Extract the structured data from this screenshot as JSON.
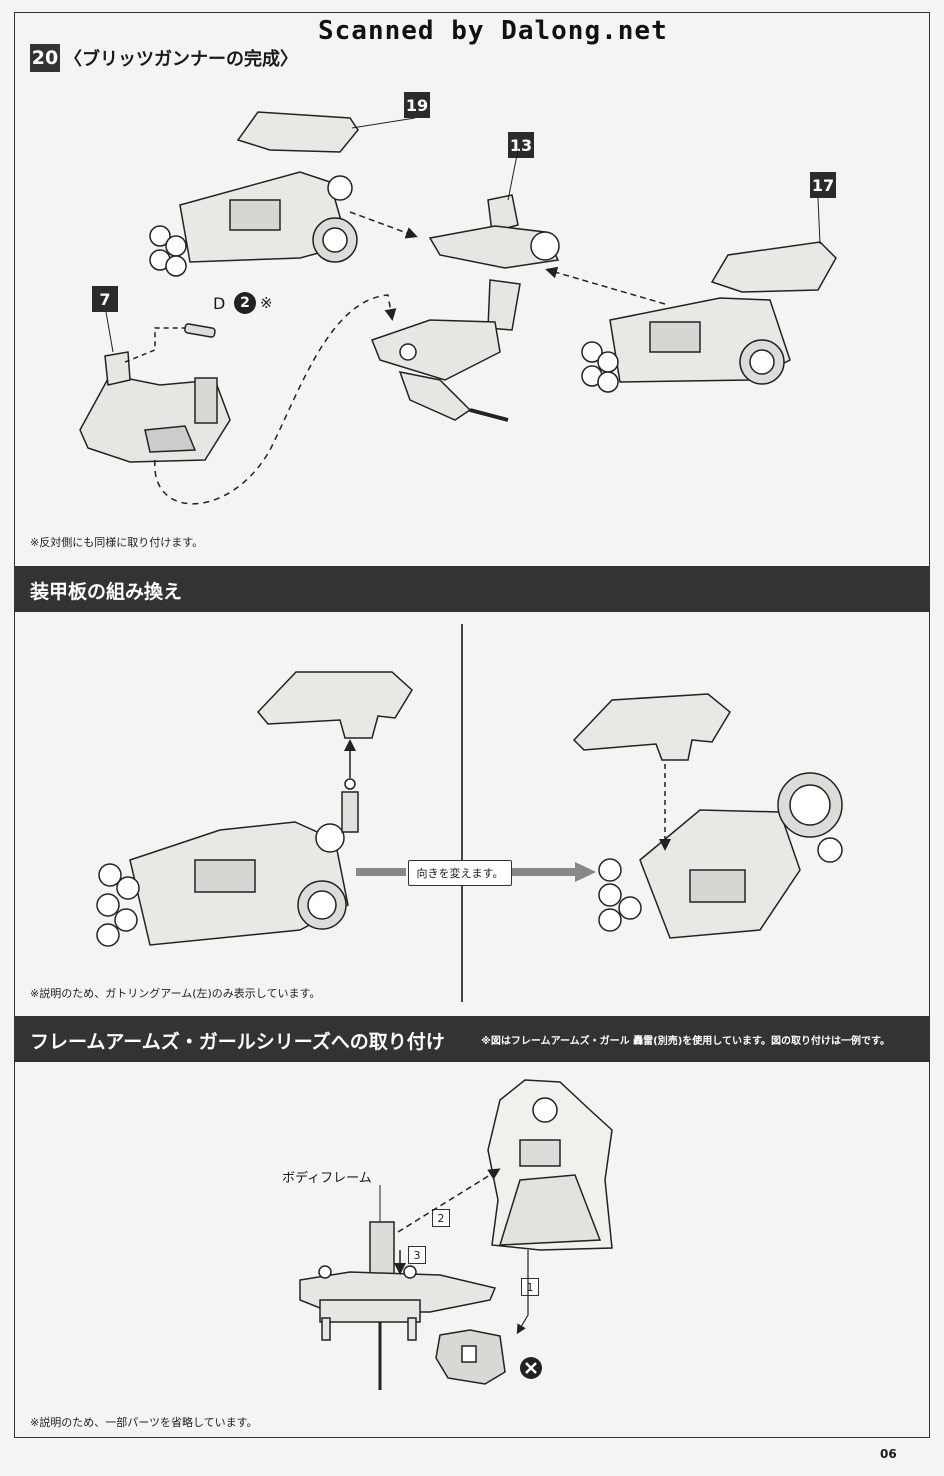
{
  "watermark": "Scanned by Dalong.net",
  "step": {
    "number": "20",
    "title": "〈ブリッツガンナーの完成〉",
    "parts": [
      "19",
      "13",
      "17",
      "7"
    ],
    "screw_label": "D",
    "screw_num": "2",
    "screw_mark": "※",
    "note": "※反対側にも同様に取り付けます。"
  },
  "section_armor": {
    "title": "装甲板の組み換え",
    "turn_label": "向きを変えます。",
    "note": "※説明のため、ガトリングアーム(左)のみ表示しています。"
  },
  "section_fag": {
    "title": "フレームアームズ・ガールシリーズへの取り付け",
    "header_note": "※図はフレームアームズ・ガール 轟雷(別売)を使用しています。図の取り付けは一例です。",
    "body_frame_label": "ボディフレーム",
    "steps": [
      "1",
      "2",
      "3"
    ],
    "note": "※説明のため、一部パーツを省略しています。"
  },
  "page_number": "06"
}
